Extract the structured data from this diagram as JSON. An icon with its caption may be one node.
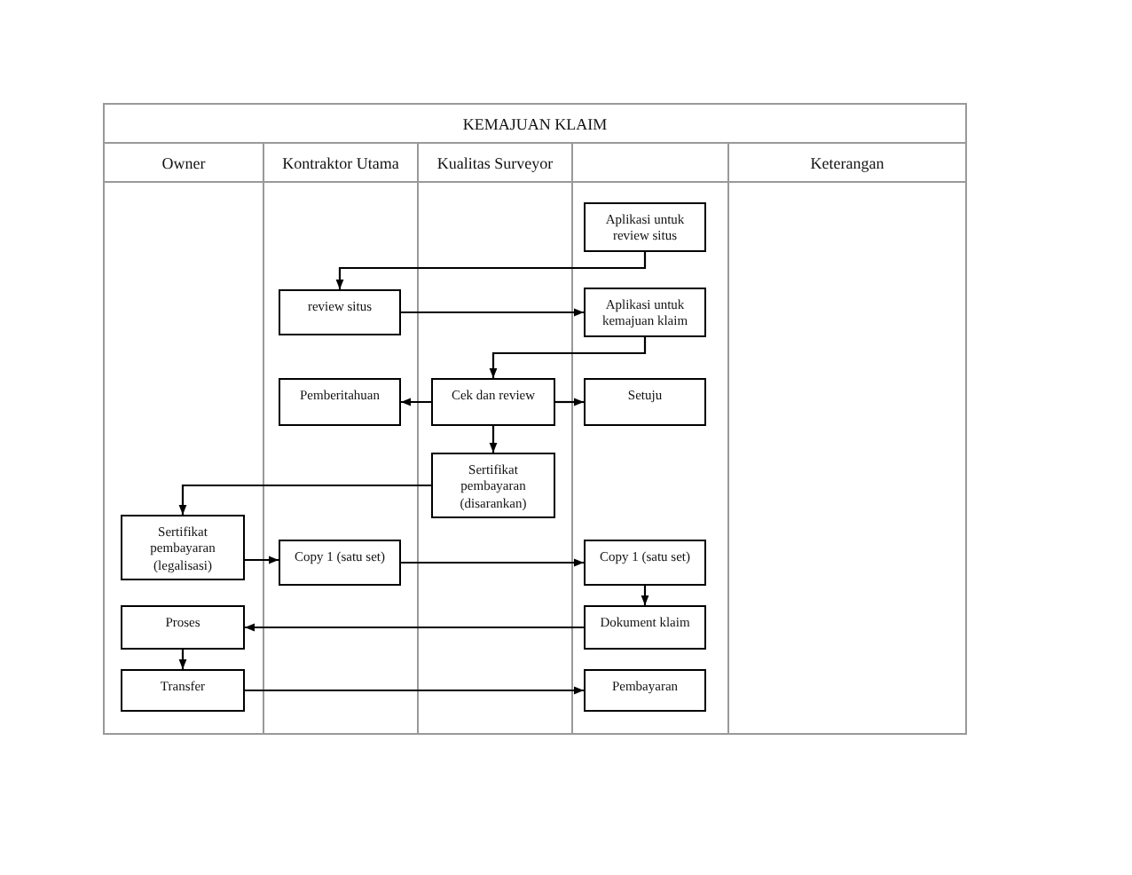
{
  "diagram": {
    "title": "KEMAJUAN KLAIM",
    "nodes": [
      {
        "text": [
          "Aplikasi untuk review situs"
        ]
      },
      {
        "text": [
          "review situs"
        ]
      },
      {
        "text": [
          "Aplikasi untuk kemajuan klaim"
        ]
      },
      {
        "text": [
          "Pemberitahuan"
        ]
      },
      {
        "text": [
          "Cek dan review"
        ]
      },
      {
        "text": [
          "Setuju"
        ]
      },
      {
        "text": [
          "Sertifikat pembayaran (disarankan)"
        ]
      },
      {
        "text": [
          "Sertifikat pembayaran (legalisasi)"
        ]
      },
      {
        "text": [
          "Copy 1 (satu set)"
        ]
      },
      {
        "text": [
          "Copy 1 (satu set)"
        ]
      },
      {
        "text": [
          "Proses"
        ]
      },
      {
        "text": [
          "Dokument klaim"
        ]
      },
      {
        "text": [
          "Transfer"
        ]
      },
      {
        "text": [
          "Pembayaran"
        ]
      }
    ],
    "edges": [
      {
        "from": 0,
        "to": 1,
        "arrow": "to"
      },
      {
        "from": 1,
        "to": 2,
        "arrow": "to"
      },
      {
        "from": 2,
        "to": 4,
        "arrow": "to"
      },
      {
        "from": 4,
        "to": 3,
        "arrow": "to"
      },
      {
        "from": 4,
        "to": 5,
        "arrow": "to"
      },
      {
        "from": 4,
        "to": 6,
        "arrow": "to"
      },
      {
        "from": 6,
        "to": 7,
        "arrow": "to"
      },
      {
        "from": 7,
        "to": 8,
        "arrow": "to"
      },
      {
        "from": 8,
        "to": 9,
        "arrow": "to"
      },
      {
        "from": 9,
        "to": 11,
        "arrow": "to"
      },
      {
        "from": 11,
        "to": 10,
        "arrow": "to"
      },
      {
        "from": 10,
        "to": 12,
        "arrow": "to"
      },
      {
        "from": 12,
        "to": 13,
        "arrow": "to"
      }
    ],
    "labels": [
      "Owner",
      "Kontraktor Utama",
      "Kualitas Surveyor",
      "Keterangan"
    ]
  }
}
